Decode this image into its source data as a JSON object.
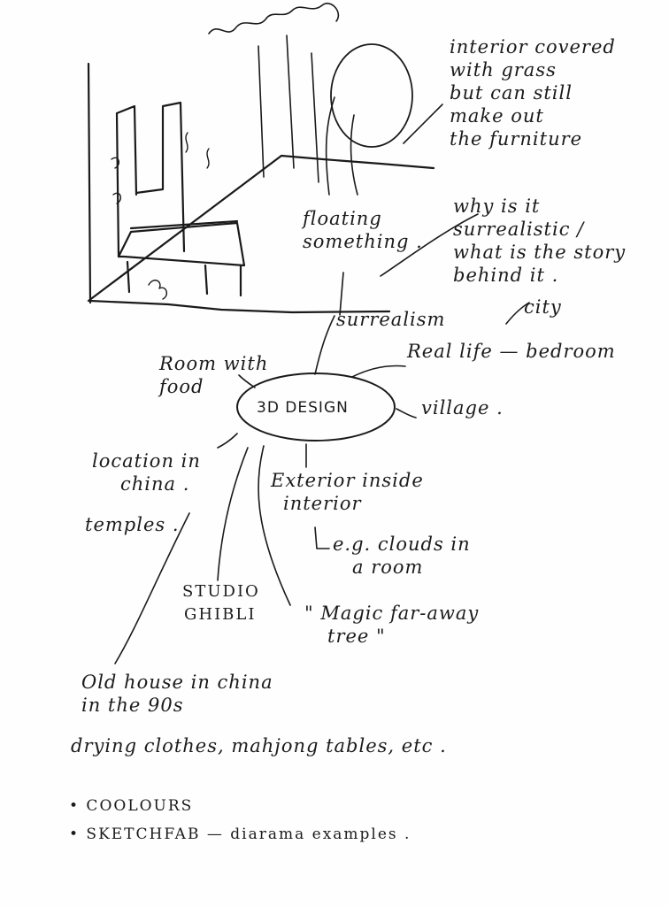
{
  "center": {
    "label": "3D DESIGN"
  },
  "sketch_notes": {
    "interior_note": [
      "interior covered",
      "with grass",
      "but can still",
      "make out",
      "the furniture"
    ],
    "floating": [
      "floating",
      "something ."
    ]
  },
  "surrealism": {
    "label": "surrealism",
    "question": [
      "why is it",
      "surrealistic /",
      "what is the story",
      "behind it ."
    ]
  },
  "real_life": {
    "label": "Real life — bedroom",
    "city": "city"
  },
  "room_with_food": [
    "Room with",
    "food"
  ],
  "village": "village .",
  "location": {
    "label": [
      "location in",
      "china ."
    ],
    "temples": "temples ."
  },
  "exterior": {
    "label": [
      "Exterior inside",
      "interior"
    ],
    "example": [
      "e.g. clouds in",
      "a room"
    ]
  },
  "studio_ghibli": [
    "STUDIO",
    "GHIBLI"
  ],
  "magic_tree": [
    "\" Magic far-away",
    "tree \""
  ],
  "old_house": [
    "Old house in china",
    "in the 90s"
  ],
  "details": "drying clothes, mahjong tables, etc .",
  "bullets": [
    "• COOLOURS",
    "• SKETCHFAB — diarama examples ."
  ]
}
